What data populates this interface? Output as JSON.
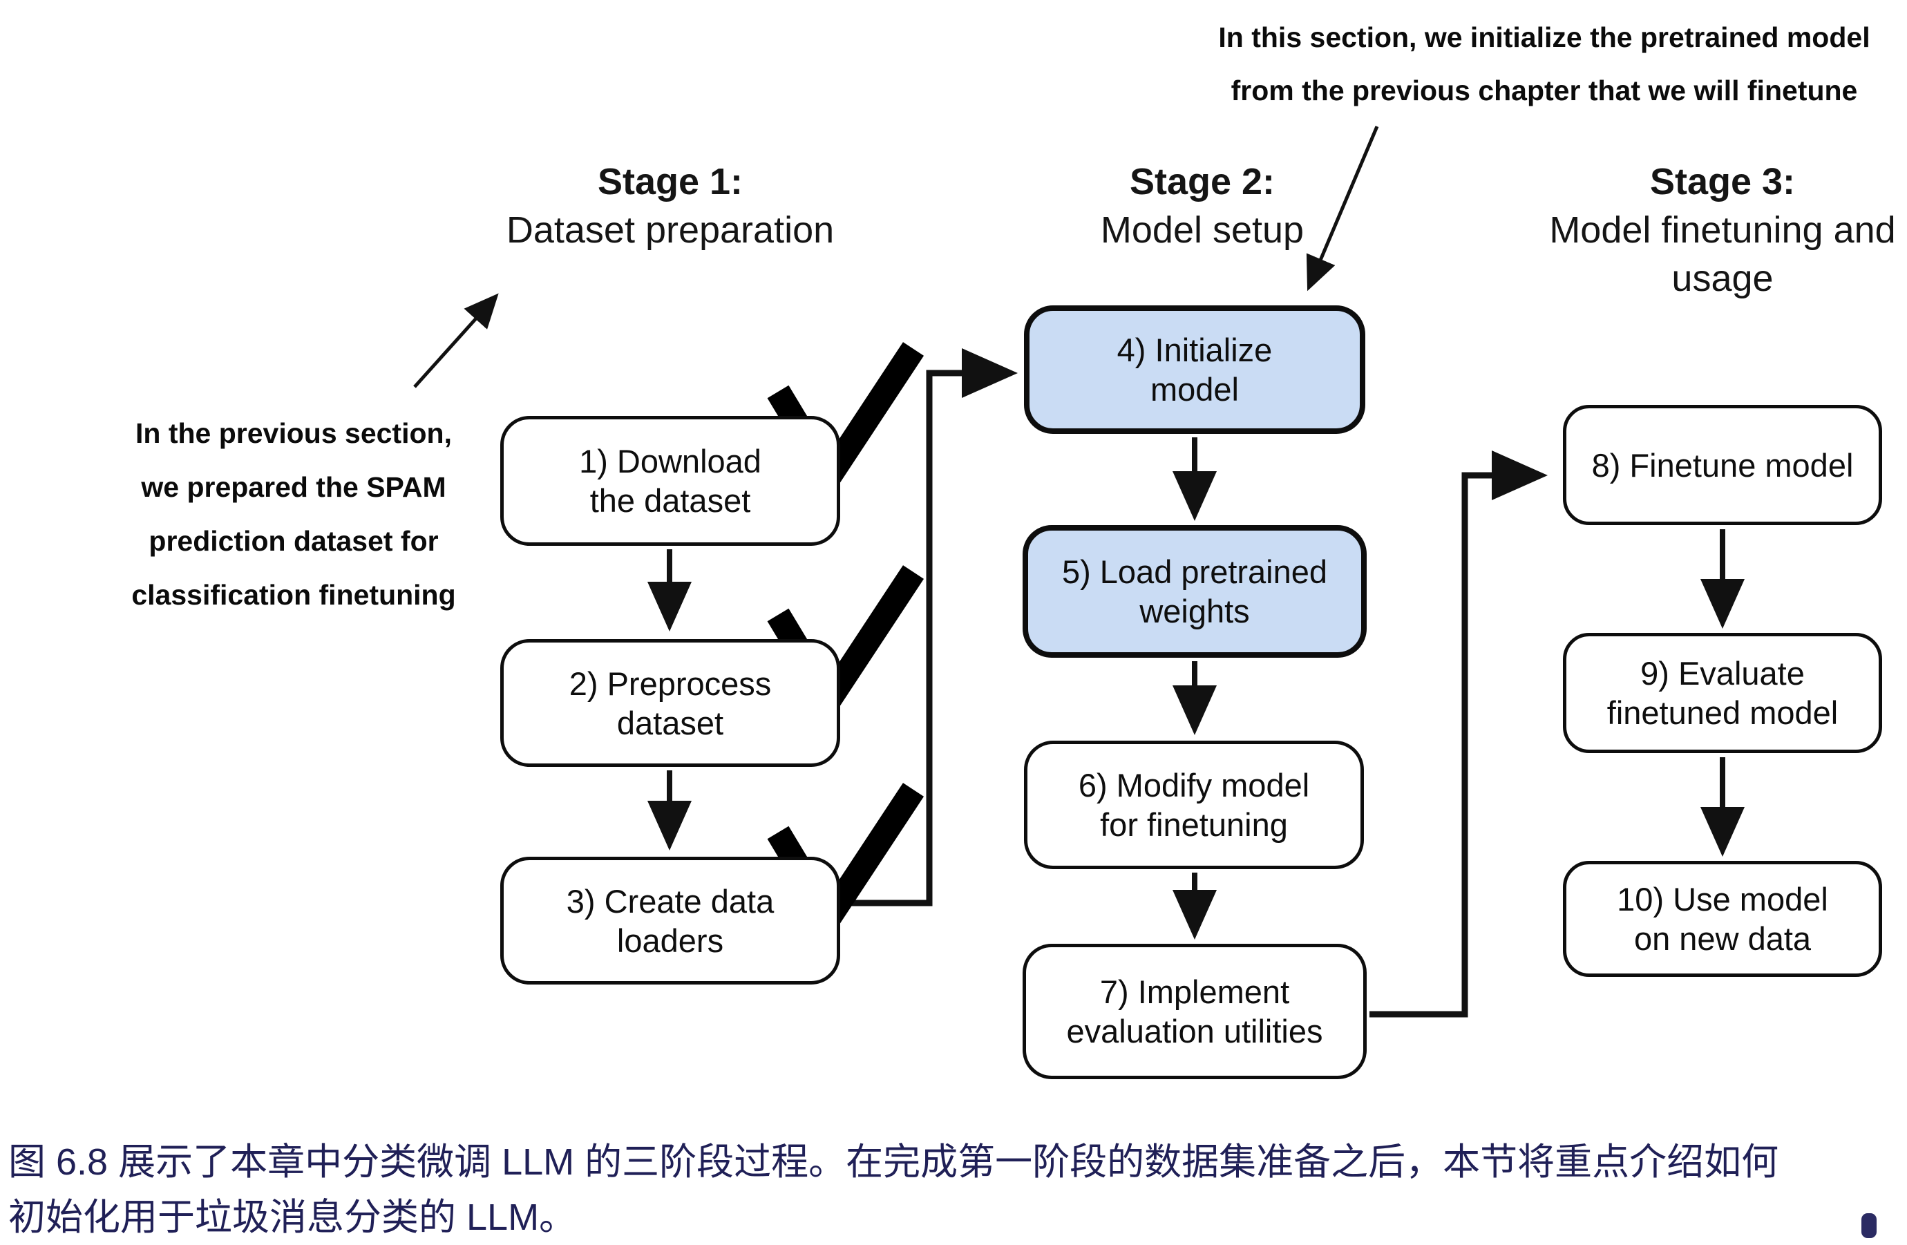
{
  "figure": {
    "caption": {
      "lines": [
        "图 6.8 展示了本章中分类微调 LLM 的三阶段过程。在完成第一阶段的数据集准备之后，本节将重点介绍如何",
        "初始化用于垃圾消息分类的 LLM。"
      ]
    }
  },
  "annotations": {
    "top_note": {
      "lines": [
        "In this section, we initialize the pretrained model",
        "from the previous chapter that we will finetune"
      ]
    },
    "left_note": {
      "lines": [
        "In the previous section,",
        "we prepared the SPAM",
        "prediction dataset for",
        "classification finetuning"
      ]
    }
  },
  "stages": [
    {
      "title": "Stage 1:",
      "subtitle": "Dataset preparation"
    },
    {
      "title": "Stage 2:",
      "subtitle": "Model setup"
    },
    {
      "title": "Stage 3:",
      "subtitle": "Model finetuning and usage"
    }
  ],
  "steps": [
    {
      "id": 1,
      "stage": 1,
      "lines": [
        "1) Download",
        "the dataset"
      ],
      "checked": true,
      "highlighted": false
    },
    {
      "id": 2,
      "stage": 1,
      "lines": [
        "2) Preprocess",
        "dataset"
      ],
      "checked": true,
      "highlighted": false
    },
    {
      "id": 3,
      "stage": 1,
      "lines": [
        "3) Create data",
        "loaders"
      ],
      "checked": true,
      "highlighted": false
    },
    {
      "id": 4,
      "stage": 2,
      "lines": [
        "4) Initialize",
        "model"
      ],
      "checked": false,
      "highlighted": true
    },
    {
      "id": 5,
      "stage": 2,
      "lines": [
        "5) Load pretrained",
        "weights"
      ],
      "checked": false,
      "highlighted": true
    },
    {
      "id": 6,
      "stage": 2,
      "lines": [
        "6) Modify model",
        "for finetuning"
      ],
      "checked": false,
      "highlighted": false
    },
    {
      "id": 7,
      "stage": 2,
      "lines": [
        "7) Implement",
        "evaluation utilities"
      ],
      "checked": false,
      "highlighted": false
    },
    {
      "id": 8,
      "stage": 3,
      "lines": [
        "8) Finetune model"
      ],
      "checked": false,
      "highlighted": false
    },
    {
      "id": 9,
      "stage": 3,
      "lines": [
        "9) Evaluate",
        "finetuned model"
      ],
      "checked": false,
      "highlighted": false
    },
    {
      "id": 10,
      "stage": 3,
      "lines": [
        "10) Use model",
        "on new data"
      ],
      "checked": false,
      "highlighted": false
    }
  ],
  "icons": {
    "checkmark": "done-checkmark",
    "arrow": "flow-arrow"
  },
  "colors": {
    "highlight_fill": "#cadcf4",
    "box_fill": "#ffffff",
    "box_border": "#0d0d0d",
    "connector": "#111111",
    "caption_text": "#202057",
    "note_text": "#0b0b0b"
  }
}
